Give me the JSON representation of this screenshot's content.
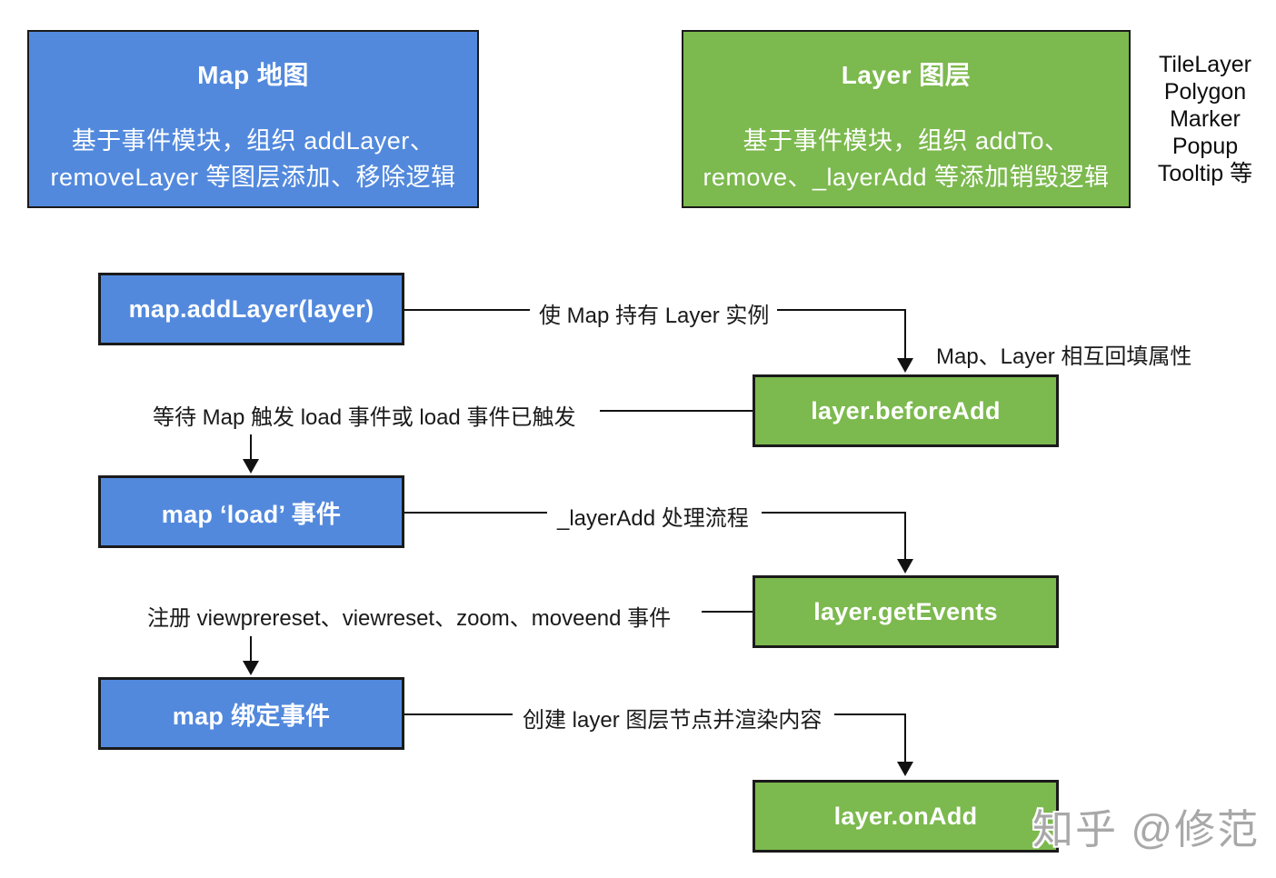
{
  "colors": {
    "map_blue": "#5289dd",
    "layer_green": "#7cb94e",
    "line": "#111111",
    "watermark_gray": "#a8a8a8"
  },
  "header_boxes": {
    "map": {
      "title": "Map 地图",
      "desc_lines": [
        "基于事件模块，组织 addLayer、",
        "removeLayer 等图层添加、移除逻辑"
      ]
    },
    "layer": {
      "title": "Layer 图层",
      "desc_lines": [
        "基于事件模块，组织 addTo、",
        "remove、_layerAdd 等添加销毁逻辑"
      ]
    }
  },
  "layer_types": [
    "TileLayer",
    "Polygon",
    "Marker",
    "Popup",
    "Tooltip 等"
  ],
  "nodes": {
    "map_add_layer": "map.addLayer(layer)",
    "layer_before_add": "layer.beforeAdd",
    "map_load_event": "map ‘load’ 事件",
    "layer_get_events": "layer.getEvents",
    "map_bind_events": "map 绑定事件",
    "layer_on_add": "layer.onAdd"
  },
  "edge_labels": {
    "hold_layer_instance": "使 Map 持有 Layer 实例",
    "backfill_props": "Map、Layer 相互回填属性",
    "wait_load_event": "等待 Map 触发 load 事件或 load 事件已触发",
    "layer_add_flow": "_layerAdd 处理流程",
    "register_events": "注册 viewprereset、viewreset、zoom、moveend 事件",
    "create_and_render": "创建 layer 图层节点并渲染内容"
  },
  "watermark": "知乎 @修范"
}
